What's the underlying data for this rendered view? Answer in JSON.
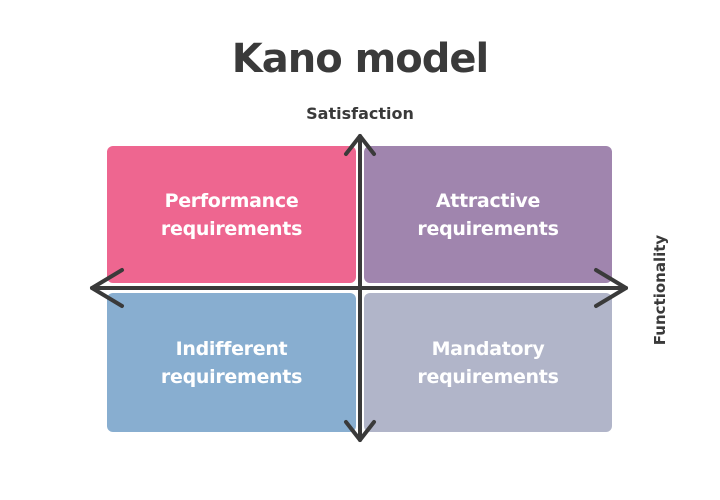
{
  "title": "Kano model",
  "axes": {
    "vertical_label": "Satisfaction",
    "horizontal_label": "Functionality",
    "color": "#3a3a3a"
  },
  "quadrants": [
    {
      "id": "top-left",
      "line1": "Performance",
      "line2": "requirements",
      "color": "#ee6690"
    },
    {
      "id": "top-right",
      "line1": "Attractive",
      "line2": "requirements",
      "color": "#a085ae"
    },
    {
      "id": "bottom-left",
      "line1": "Indifferent",
      "line2": "requirements",
      "color": "#88aed0"
    },
    {
      "id": "bottom-right",
      "line1": "Mandatory",
      "line2": "requirements",
      "color": "#b1b5c9"
    }
  ]
}
